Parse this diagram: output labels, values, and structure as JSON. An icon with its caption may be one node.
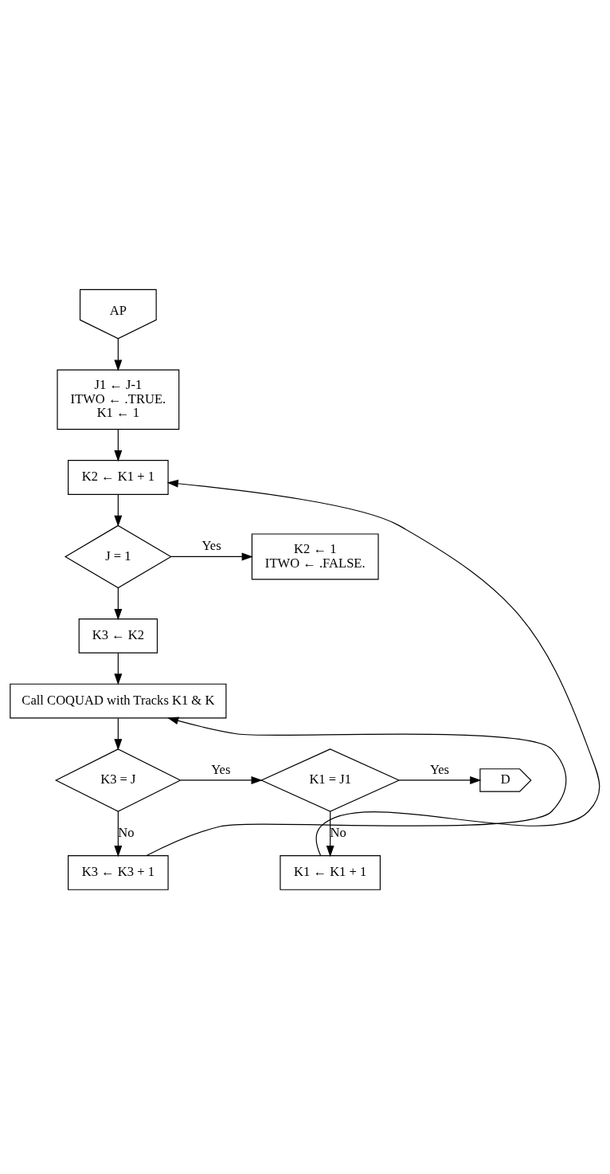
{
  "diagram": {
    "nodes": [
      {
        "text": [
          "AP"
        ]
      },
      {
        "text": [
          "J1 ← J-1",
          "ITWO ← .TRUE.",
          "K1 ← 1"
        ]
      },
      {
        "text": [
          "K2 ← K1 + 1"
        ]
      },
      {
        "text": [
          "J = 1"
        ]
      },
      {
        "text": [
          "K2 ← 1",
          "ITWO ← .FALSE."
        ]
      },
      {
        "text": [
          "K3 ← K2"
        ]
      },
      {
        "text": [
          "Call COQUAD with Tracks K1 & K"
        ]
      },
      {
        "text": [
          "K3 = J"
        ]
      },
      {
        "text": [
          "K1 = J1"
        ]
      },
      {
        "text": [
          "D"
        ]
      },
      {
        "text": [
          "K3 ← K3 + 1"
        ]
      },
      {
        "text": [
          "K1 ← K1 + 1"
        ]
      }
    ],
    "edges": [
      {
        "from": 0,
        "to": 1,
        "arrow": "to"
      },
      {
        "from": 1,
        "to": 2,
        "arrow": "to"
      },
      {
        "from": 2,
        "to": 3,
        "arrow": "to"
      },
      {
        "from": 3,
        "to": 4,
        "arrow": "to",
        "label": "Yes"
      },
      {
        "from": 3,
        "to": 5,
        "arrow": "to"
      },
      {
        "from": 5,
        "to": 6,
        "arrow": "to"
      },
      {
        "from": 6,
        "to": 7,
        "arrow": "to"
      },
      {
        "from": 7,
        "to": 8,
        "arrow": "to",
        "label": "Yes"
      },
      {
        "from": 8,
        "to": 9,
        "arrow": "to",
        "label": "Yes"
      },
      {
        "from": 7,
        "to": 10,
        "arrow": "to",
        "label": "No"
      },
      {
        "from": 8,
        "to": 11,
        "arrow": "to",
        "label": "No"
      },
      {
        "from": 10,
        "to": 6,
        "arrow": "to"
      },
      {
        "from": 11,
        "to": 2,
        "arrow": "to"
      }
    ]
  }
}
